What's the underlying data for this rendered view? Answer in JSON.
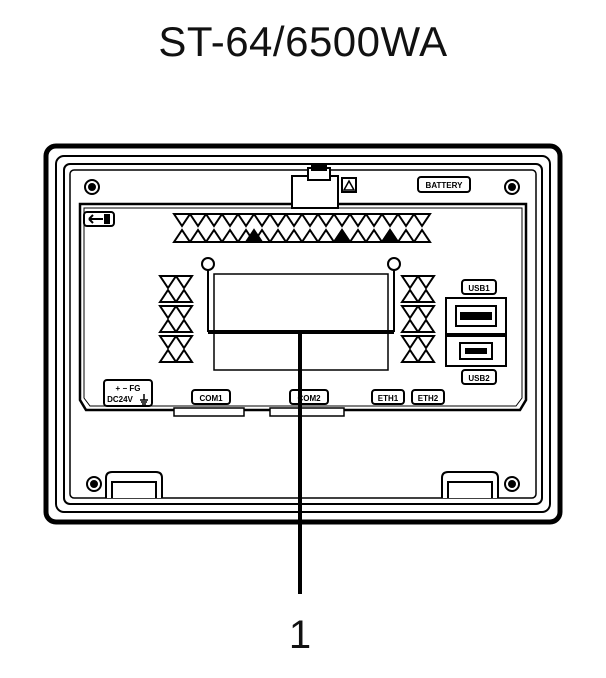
{
  "title": "ST-64/6500WA",
  "labels": {
    "battery": "BATTERY",
    "usb1": "USB1",
    "usb2": "USB2",
    "com1": "COM1",
    "com2": "COM2",
    "eth1": "ETH1",
    "eth2": "ETH2",
    "power_polarity": "+ −  FG",
    "power_voltage": "DC24V"
  },
  "callout": "1",
  "icons": [
    "warning-icon",
    "ground-icon",
    "arrow-icon",
    "mounting-screw-icon",
    "ventilation-slots-icon"
  ],
  "colors": {
    "line": "#000000",
    "background": "#ffffff"
  }
}
